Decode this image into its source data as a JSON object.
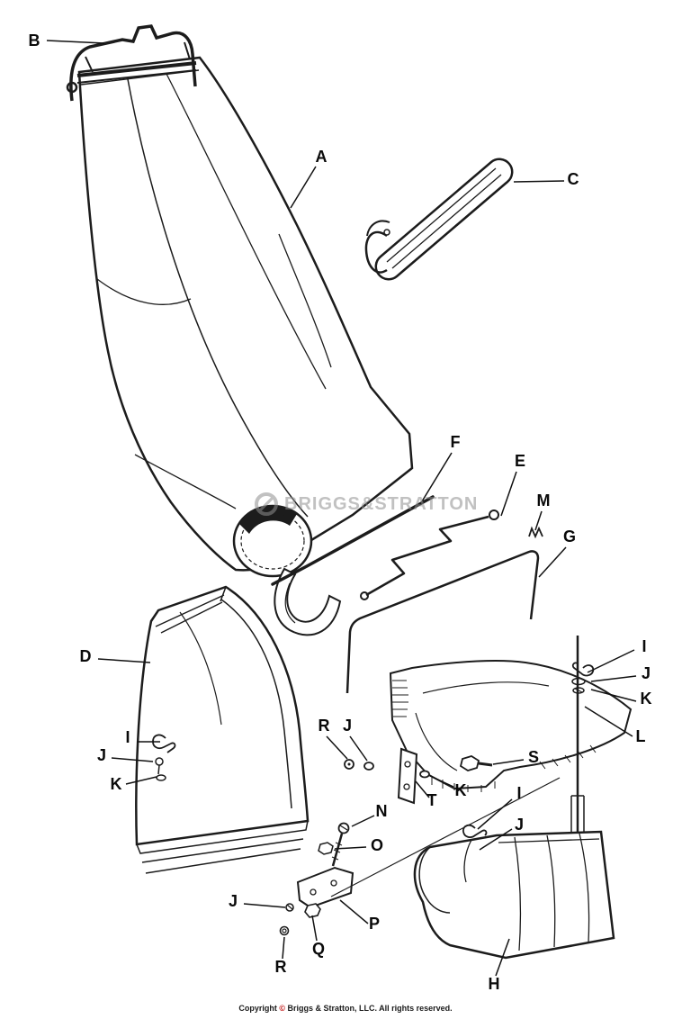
{
  "canvas": {
    "background": "#ffffff",
    "ink": "#1c1c1c",
    "watermark_gray": "#8f8f8f"
  },
  "watermark": {
    "text": "BRIGGS&STRATTON"
  },
  "footer": {
    "copyright_prefix": "Copyright ",
    "copyright_symbol": "©",
    "copyright_suffix": " Briggs & Stratton, LLC. All rights reserved."
  },
  "labels": {
    "a": "A",
    "b": "B",
    "c": "C",
    "d": "D",
    "e": "E",
    "f": "F",
    "g": "G",
    "h": "H",
    "i1": "I",
    "i2": "I",
    "i3": "I",
    "j1": "J",
    "j2": "J",
    "j3": "J",
    "j4": "J",
    "j5": "J",
    "k1": "K",
    "k2": "K",
    "k3": "K",
    "l": "L",
    "m": "M",
    "n": "N",
    "o": "O",
    "p": "P",
    "q": "Q",
    "r1": "R",
    "r2": "R",
    "s": "S",
    "t": "T"
  }
}
